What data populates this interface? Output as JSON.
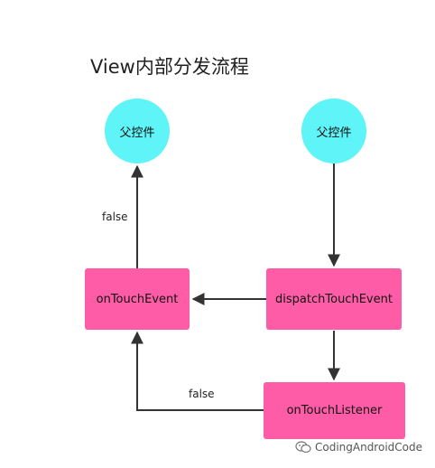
{
  "title": "View内部分发流程",
  "nodes": {
    "parent_left": {
      "label": "父控件"
    },
    "parent_right": {
      "label": "父控件"
    },
    "on_touch_event": {
      "label": "onTouchEvent"
    },
    "dispatch_touch_event": {
      "label": "dispatchTouchEvent"
    },
    "on_touch_listener": {
      "label": "onTouchListener"
    }
  },
  "edges": {
    "false_up": {
      "label": "false"
    },
    "false_listener": {
      "label": "false"
    }
  },
  "watermark": {
    "text": "CodingAndroidCode",
    "icon": "wechat-icon"
  },
  "colors": {
    "circle": "#5ff4f7",
    "box": "#ff5ca8",
    "arrow": "#333333"
  }
}
